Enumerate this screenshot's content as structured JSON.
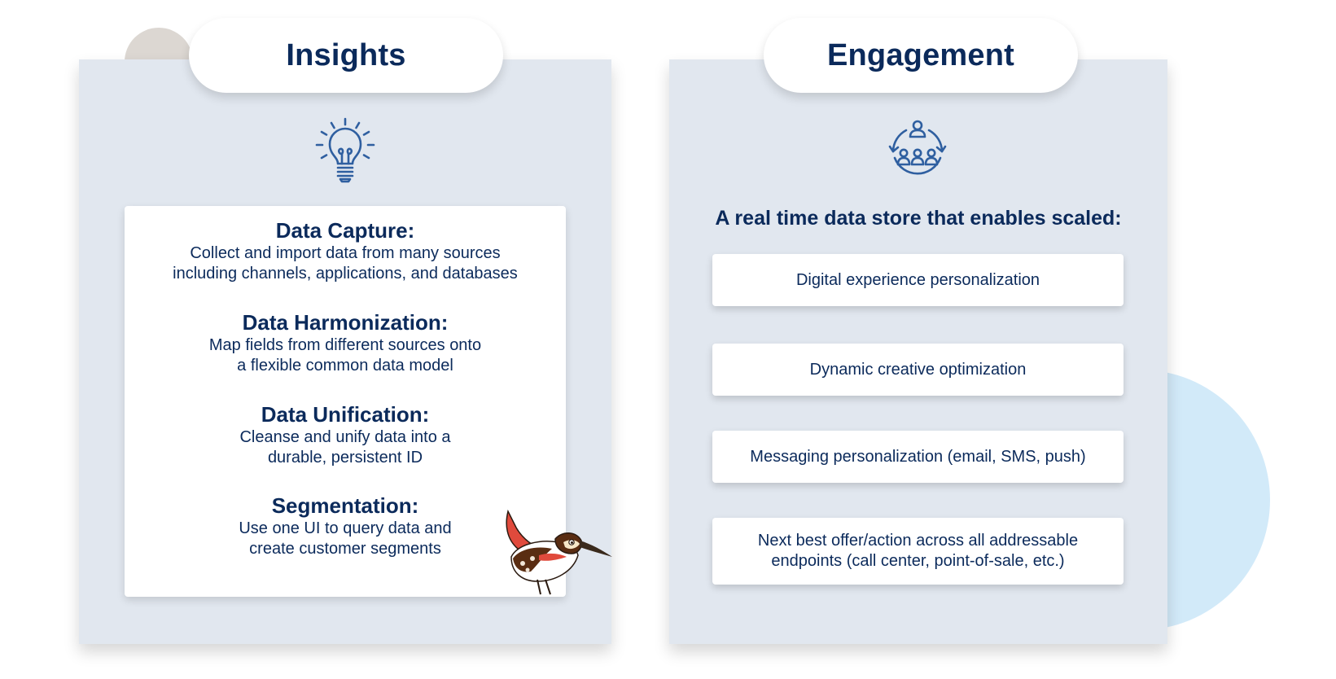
{
  "insights": {
    "title": "Insights",
    "icon": "lightbulb-icon",
    "items": [
      {
        "title": "Data Capture:",
        "desc_line1": "Collect and import data from many sources",
        "desc_line2": "including channels, applications, and databases"
      },
      {
        "title": "Data Harmonization:",
        "desc_line1": "Map fields from different sources onto",
        "desc_line2": "a flexible common data model"
      },
      {
        "title": "Data Unification:",
        "desc_line1": "Cleanse and unify data into a",
        "desc_line2": "durable, persistent ID"
      },
      {
        "title": "Segmentation:",
        "desc_line1": "Use one UI to query data and",
        "desc_line2": "create customer segments"
      }
    ]
  },
  "engagement": {
    "title": "Engagement",
    "icon": "people-cycle-icon",
    "heading": "A real time data store that enables scaled:",
    "items": [
      "Digital experience personalization",
      "Dynamic creative optimization",
      "Messaging personalization (email, SMS, push)",
      "Next best offer/action across all addressable endpoints (call center, point-of-sale, etc.)"
    ]
  },
  "colors": {
    "navy": "#0b2a5b",
    "icon_blue": "#2f5fa0",
    "panel": "#e1e7ef",
    "deco_gray": "#dcd7d2",
    "deco_blue": "#d2eaf9"
  }
}
